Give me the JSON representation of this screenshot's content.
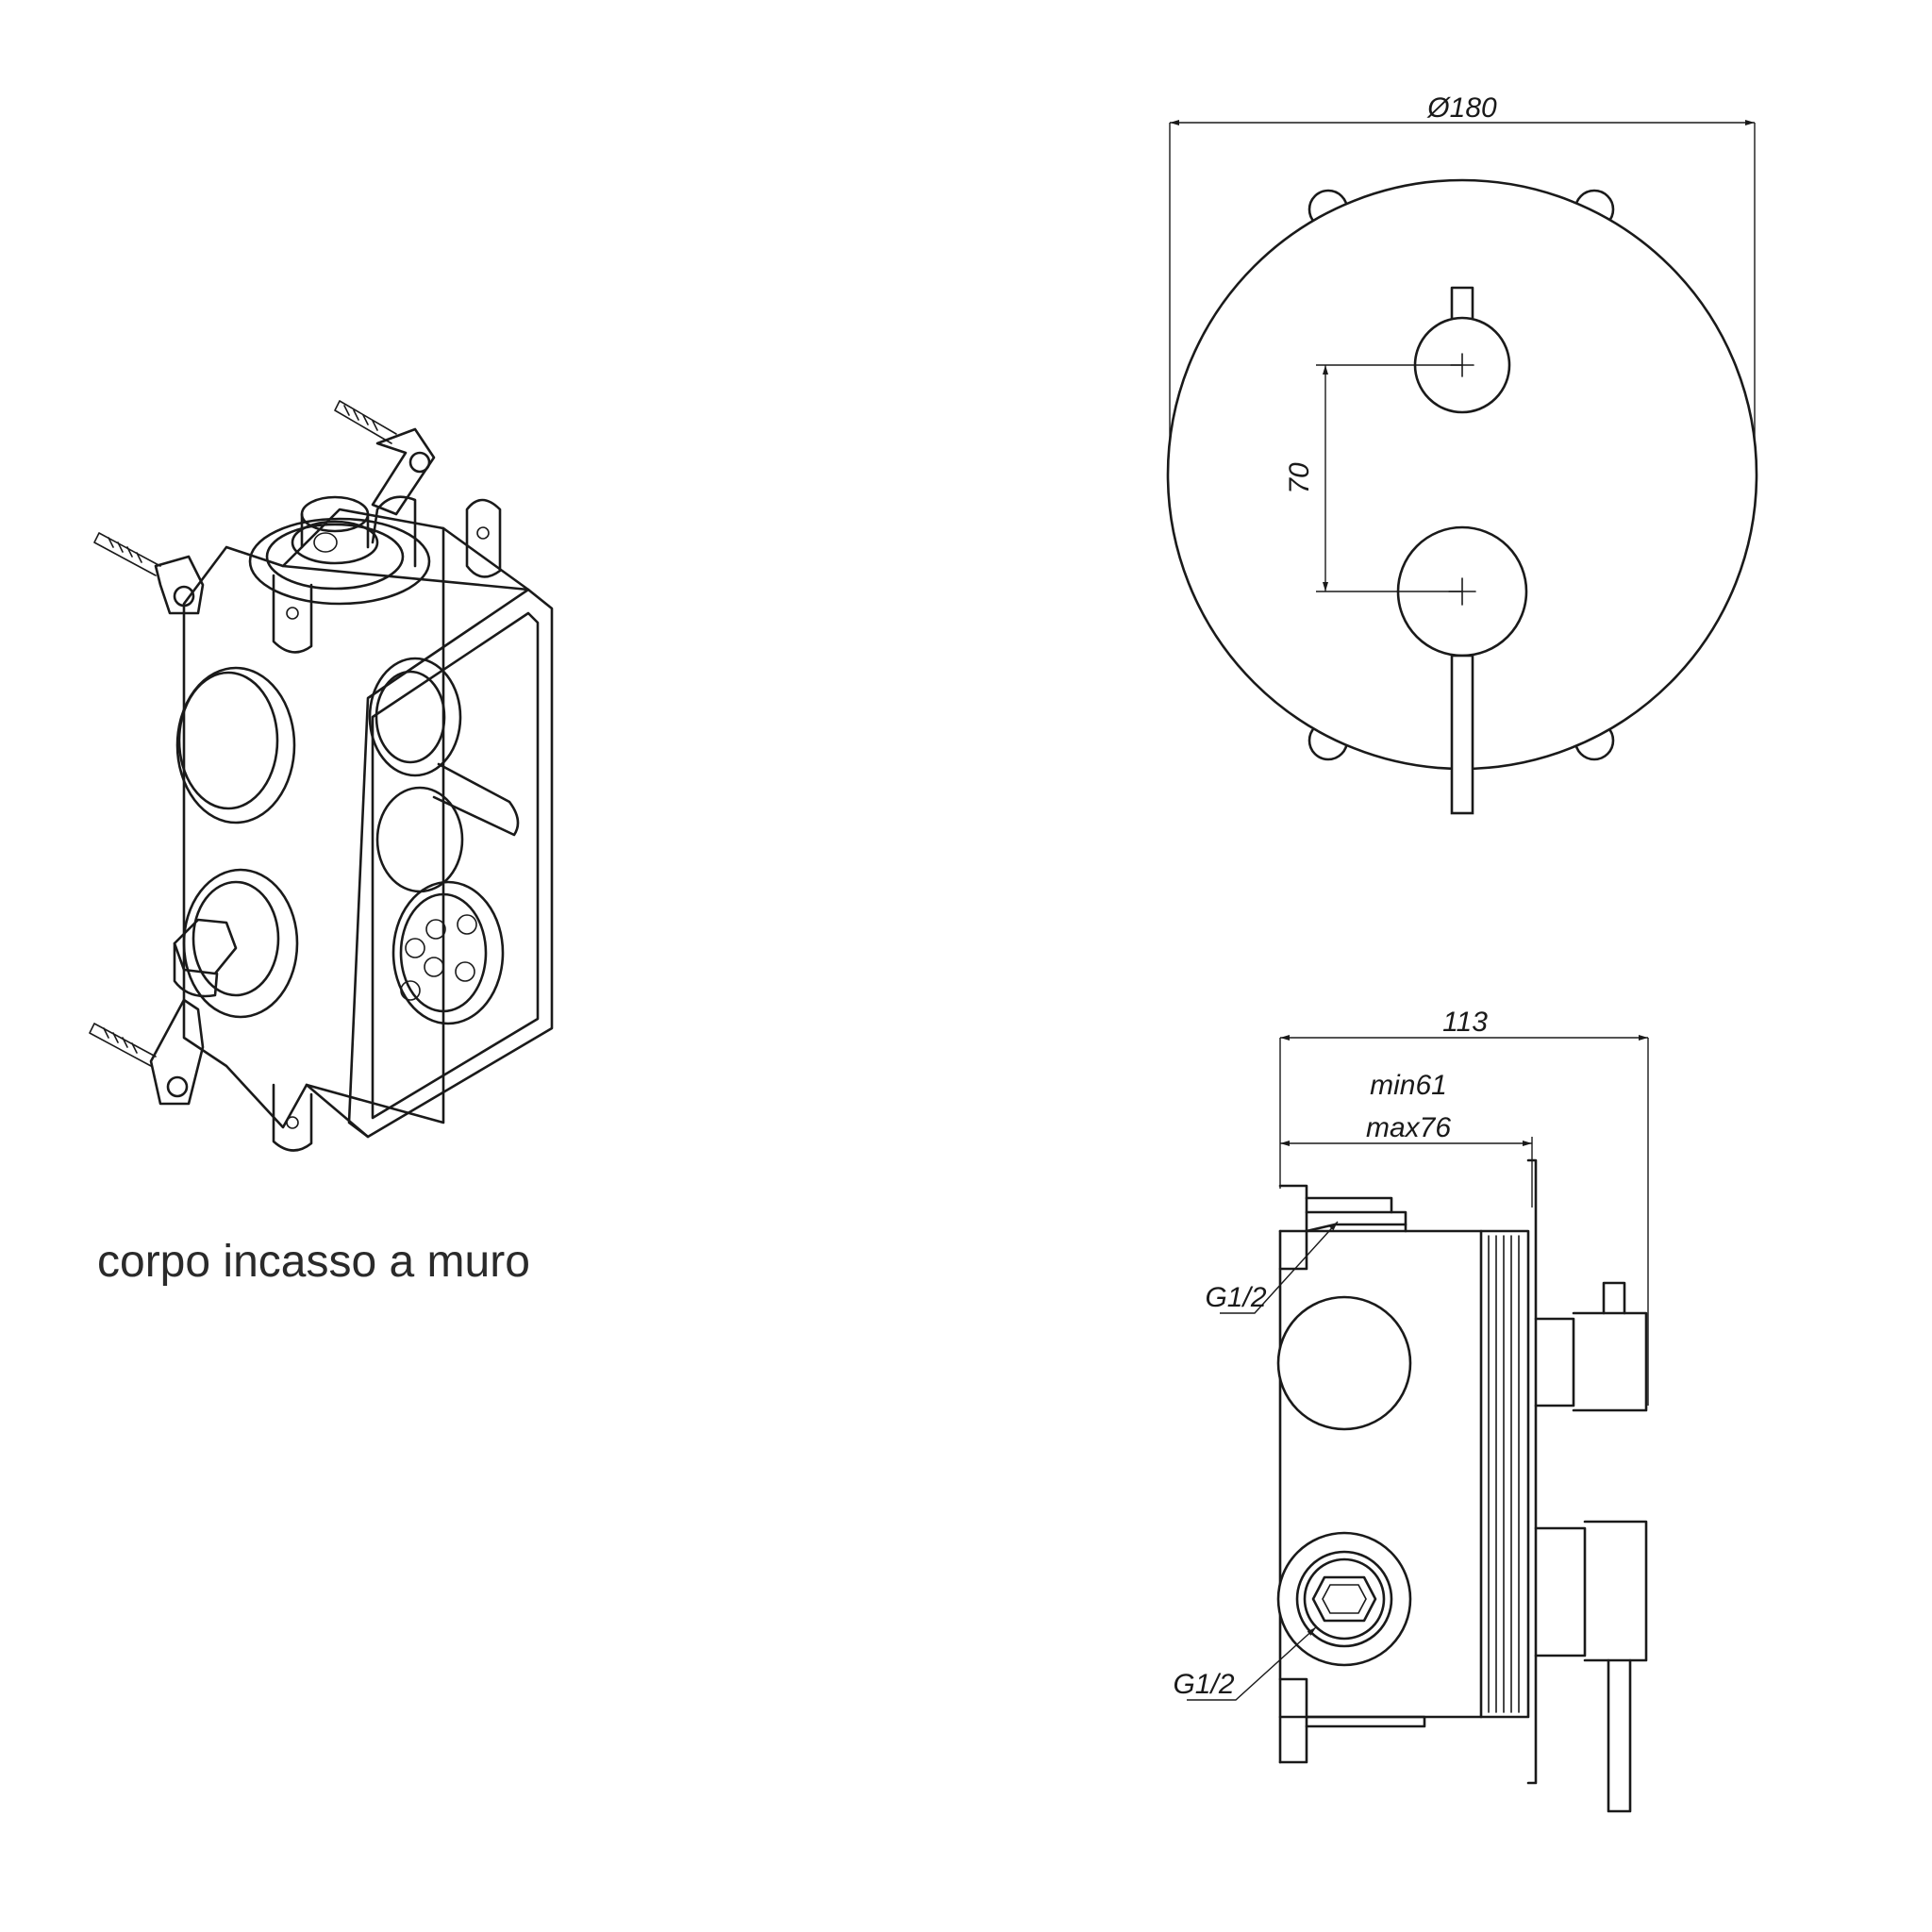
{
  "caption": "corpo incasso a muro",
  "front_view": {
    "diameter_label": "Ø180",
    "spacing_label": "70"
  },
  "side_view": {
    "depth_label": "113",
    "min_label": "min61",
    "max_label": "max76",
    "thread_top_label": "G1/2",
    "thread_bottom_label": "G1/2"
  }
}
